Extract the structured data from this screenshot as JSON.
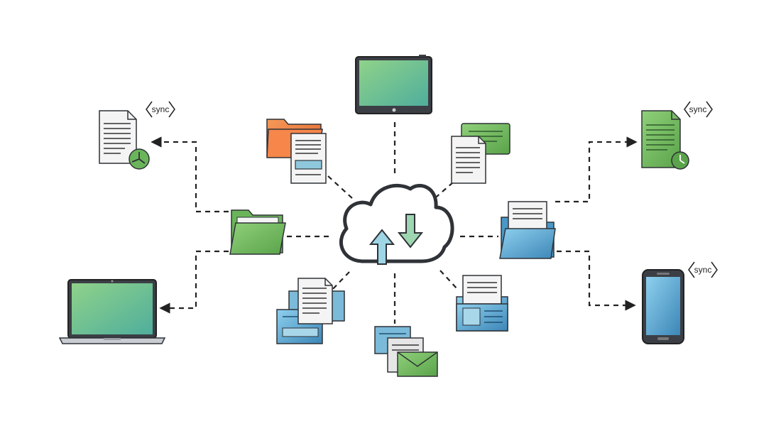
{
  "diagram": {
    "center": {
      "icon": "cloud-sync-icon"
    },
    "sync_tags": [
      "sync",
      "sync",
      "sync"
    ],
    "colors": {
      "outline": "#2f3237",
      "green": "#7fc36b",
      "green_dark": "#5aa34a",
      "teal_screen": "#6cc0a0",
      "blue": "#5ba9d6",
      "blue_dark": "#3c86b7",
      "orange": "#f07b3f",
      "paper": "#f2f2f2"
    },
    "nodes": [
      {
        "icon": "tablet-icon"
      },
      {
        "icon": "folder-with-documents-icon"
      },
      {
        "icon": "document-with-message-icon"
      },
      {
        "icon": "green-folder-icon"
      },
      {
        "icon": "blue-folder-with-paper-icon"
      },
      {
        "icon": "stacked-documents-icon"
      },
      {
        "icon": "document-envelope-icon"
      },
      {
        "icon": "document-in-tray-icon"
      },
      {
        "icon": "synced-document-left-icon"
      },
      {
        "icon": "laptop-icon"
      },
      {
        "icon": "synced-green-document-icon"
      },
      {
        "icon": "smartphone-icon"
      }
    ]
  }
}
